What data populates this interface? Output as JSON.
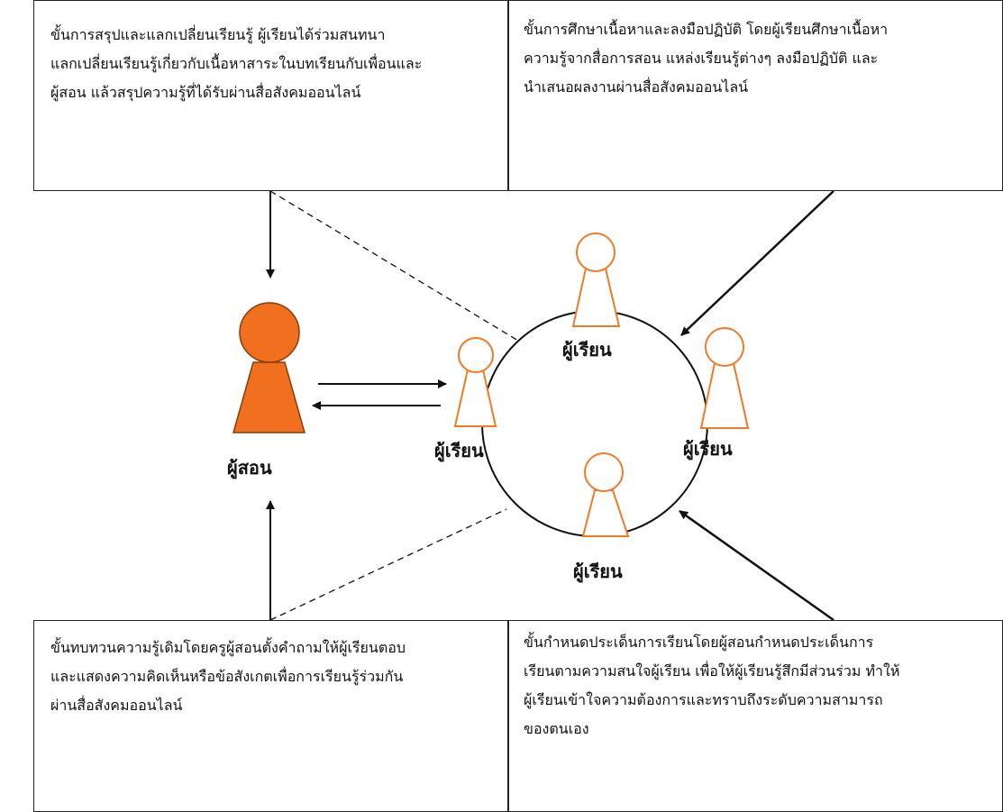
{
  "boxes": {
    "summarize": {
      "lines": [
        "ขั้นการสรุปและแลกเปลี่ยนเรียนรู้ ผู้เรียนได้ร่วมสนทนา",
        "แลกเปลี่ยนเรียนรู้เกี่ยวกับเนื้อหาสาระในบทเรียนกับเพื่อนและ",
        "ผู้สอน แล้วสรุปความรู้ที่ได้รับผ่านสื่อสังคมออนไลน์"
      ]
    },
    "study": {
      "lines": [
        "ขั้นการศึกษาเนื้อหาและลงมือปฏิบัติ  โดยผู้เรียนศึกษาเนื้อหา",
        "ความรู้จากสื่อการสอน แหล่งเรียนรู้ต่างๆ ลงมือปฏิบัติ และ",
        "นำเสนอผลงานผ่านสื่อสังคมออนไลน์"
      ]
    },
    "review": {
      "lines": [
        "ขั้นทบทวนความรู้เดิมโดยครูผู้สอนตั้งคำถามให้ผู้เรียนตอบ",
        "และแสดงความคิดเห็นหรือข้อสังเกตเพื่อการเรียนรู้ร่วมกัน",
        "ผ่านสื่อสังคมออนไลน์"
      ]
    },
    "define": {
      "lines": [
        "ขั้นกำหนดประเด็นการเรียนโดยผู้สอนกำหนดประเด็นการ",
        "เรียนตามความสนใจผู้เรียน เพื่อให้ผู้เรียนรู้สึกมีส่วนร่วม ทำให้",
        "ผู้เรียนเข้าใจความต้องการและทราบถึงระดับความสามารถ",
        "ของตนเอง"
      ]
    }
  },
  "labels": {
    "teacher": "ผู้สอน",
    "learner_top": "ผู้เรียน",
    "learner_left": "ผู้เรียน",
    "learner_right": "ผู้เรียน",
    "learner_bottom": "ผู้เรียน"
  },
  "colors": {
    "teacher_fill": "#f07020",
    "learner_stroke": "#f07a28",
    "line": "#111111"
  },
  "icons": {
    "teacher": "person-icon",
    "learner": "person-outline-icon"
  }
}
